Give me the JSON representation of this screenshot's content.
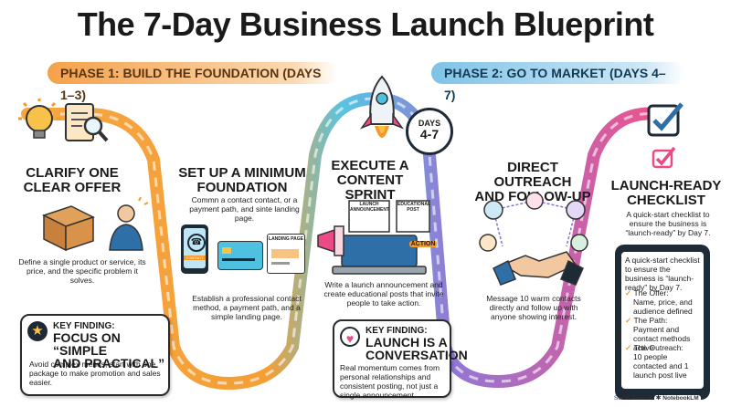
{
  "title": "The 7-Day Business Launch Blueprint",
  "phases": [
    {
      "label": "PHASE 1: BUILD THE FOUNDATION (DAYS 1–3)"
    },
    {
      "label": "PHASE 2: GO TO MARKET (DAYS 4–7)"
    }
  ],
  "steps": [
    {
      "heading_1": "CLARIFY ONE",
      "heading_2": "CLEAR OFFER",
      "body": "Define a single product or service, its price, and the specific problem it solves.",
      "icon": "lightbulb-icon"
    },
    {
      "heading_1": "SET UP A MINIMUM",
      "heading_2": "FOUNDATION",
      "sub": "Commn a contact contact, or a payment path, and sinte landing page.",
      "body": "Establish a professional contact method, a payment path, and a simple landing page.",
      "mock_landing": "LANDING PAGE",
      "mock_contact": "CONTACT",
      "icon": "laptop-icon"
    },
    {
      "heading_1": "EXECUTE A",
      "heading_2": "CONTENT SPRINT",
      "body": "Write a launch announcement and create educational posts that invite people to take action.",
      "days_badge_1": "DAYS",
      "days_badge_2": "4-7",
      "mock_launch": "LAUNCH ANNOUNCEMENT",
      "mock_edu": "EDUCATIONAL POST",
      "mock_action": "ACTION",
      "icon": "rocket-icon"
    },
    {
      "heading_1": "DIRECT OUTREACH",
      "heading_2": "AND FOLLOW-UP",
      "body": "Message 10 warm contacts directly and follow up with anyone showing interest.",
      "icon": "handshake-icon"
    },
    {
      "heading_1": "LAUNCH-READY",
      "heading_2": "CHECKLIST",
      "body": "A quick-start checklist to ensure the business is “launch-ready” by Day 7.",
      "icon": "checkbox-icon"
    }
  ],
  "findings": [
    {
      "label": "KEY FINDING:",
      "title_1": "FOCUS ON “SIMPLE",
      "title_2": "AND PRACTICAL”",
      "body": "Avoid complex menus; start with one package to make promotion and sales easier.",
      "icon": "star-icon"
    },
    {
      "label": "KEY FINDING:",
      "title_1": "LAUNCH IS A",
      "title_2": "CONVERSATION",
      "body": "Real momentum comes from personal relationships and consistent posting, not just a single announcement.",
      "icon": "heart-icon"
    }
  ],
  "checklist": {
    "intro": "A quick-start checklist to ensure the business is “launch-ready” by Day 7.",
    "items": [
      {
        "label": "The Offer:",
        "text": "Name, price, and audience defined"
      },
      {
        "label": "The Path:",
        "text": "Payment and contact methods active"
      },
      {
        "label": "The Outreach:",
        "text": "10 people contacted and 1 launch post live"
      }
    ]
  },
  "footer": {
    "credit": "South Texas B",
    "brand": "NotebookLM"
  },
  "colors": {
    "orange": "#f39a2b",
    "cyan": "#4fc1e0",
    "purple": "#8e6fd1",
    "pink": "#ec4a86",
    "navy": "#1e2a36"
  }
}
